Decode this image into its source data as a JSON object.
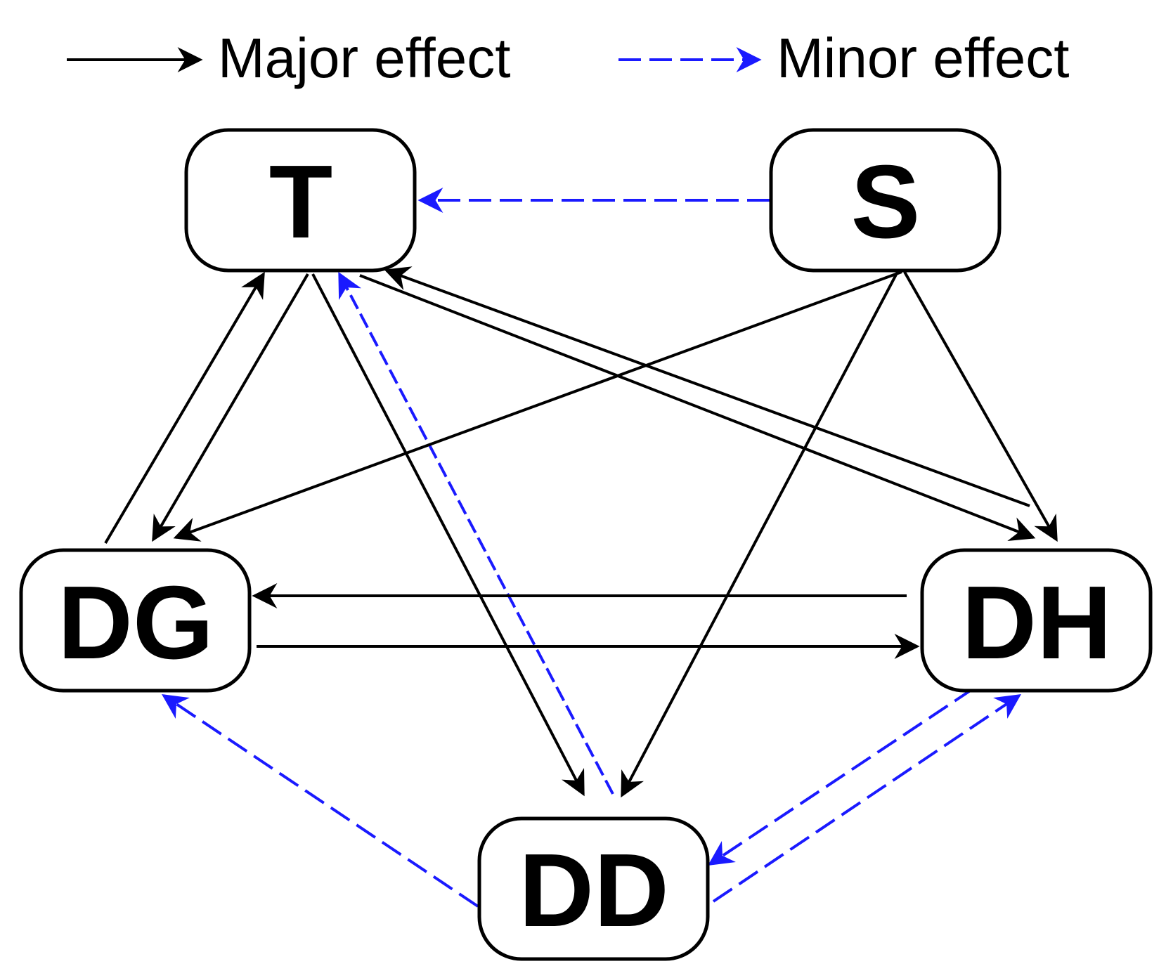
{
  "legend": {
    "major_label": "Major effect",
    "minor_label": "Minor effect"
  },
  "colors": {
    "major": "#000000",
    "minor": "#1a1aff"
  },
  "nodes": [
    {
      "id": "T",
      "label": "T"
    },
    {
      "id": "S",
      "label": "S"
    },
    {
      "id": "DG",
      "label": "DG"
    },
    {
      "id": "DH",
      "label": "DH"
    },
    {
      "id": "DD",
      "label": "DD"
    }
  ],
  "edges": [
    {
      "from": "S",
      "to": "T",
      "effect": "minor"
    },
    {
      "from": "DG",
      "to": "T",
      "effect": "major"
    },
    {
      "from": "T",
      "to": "DG",
      "effect": "major"
    },
    {
      "from": "T",
      "to": "DD",
      "effect": "major"
    },
    {
      "from": "DD",
      "to": "T",
      "effect": "minor"
    },
    {
      "from": "DH",
      "to": "T",
      "effect": "major"
    },
    {
      "from": "T",
      "to": "DH",
      "effect": "major"
    },
    {
      "from": "S",
      "to": "DG",
      "effect": "major"
    },
    {
      "from": "S",
      "to": "DD",
      "effect": "major"
    },
    {
      "from": "S",
      "to": "DH",
      "effect": "major"
    },
    {
      "from": "DH",
      "to": "DG",
      "effect": "major"
    },
    {
      "from": "DG",
      "to": "DH",
      "effect": "major"
    },
    {
      "from": "DD",
      "to": "DG",
      "effect": "minor"
    },
    {
      "from": "DH",
      "to": "DD",
      "effect": "minor"
    },
    {
      "from": "DD",
      "to": "DH",
      "effect": "minor"
    }
  ]
}
